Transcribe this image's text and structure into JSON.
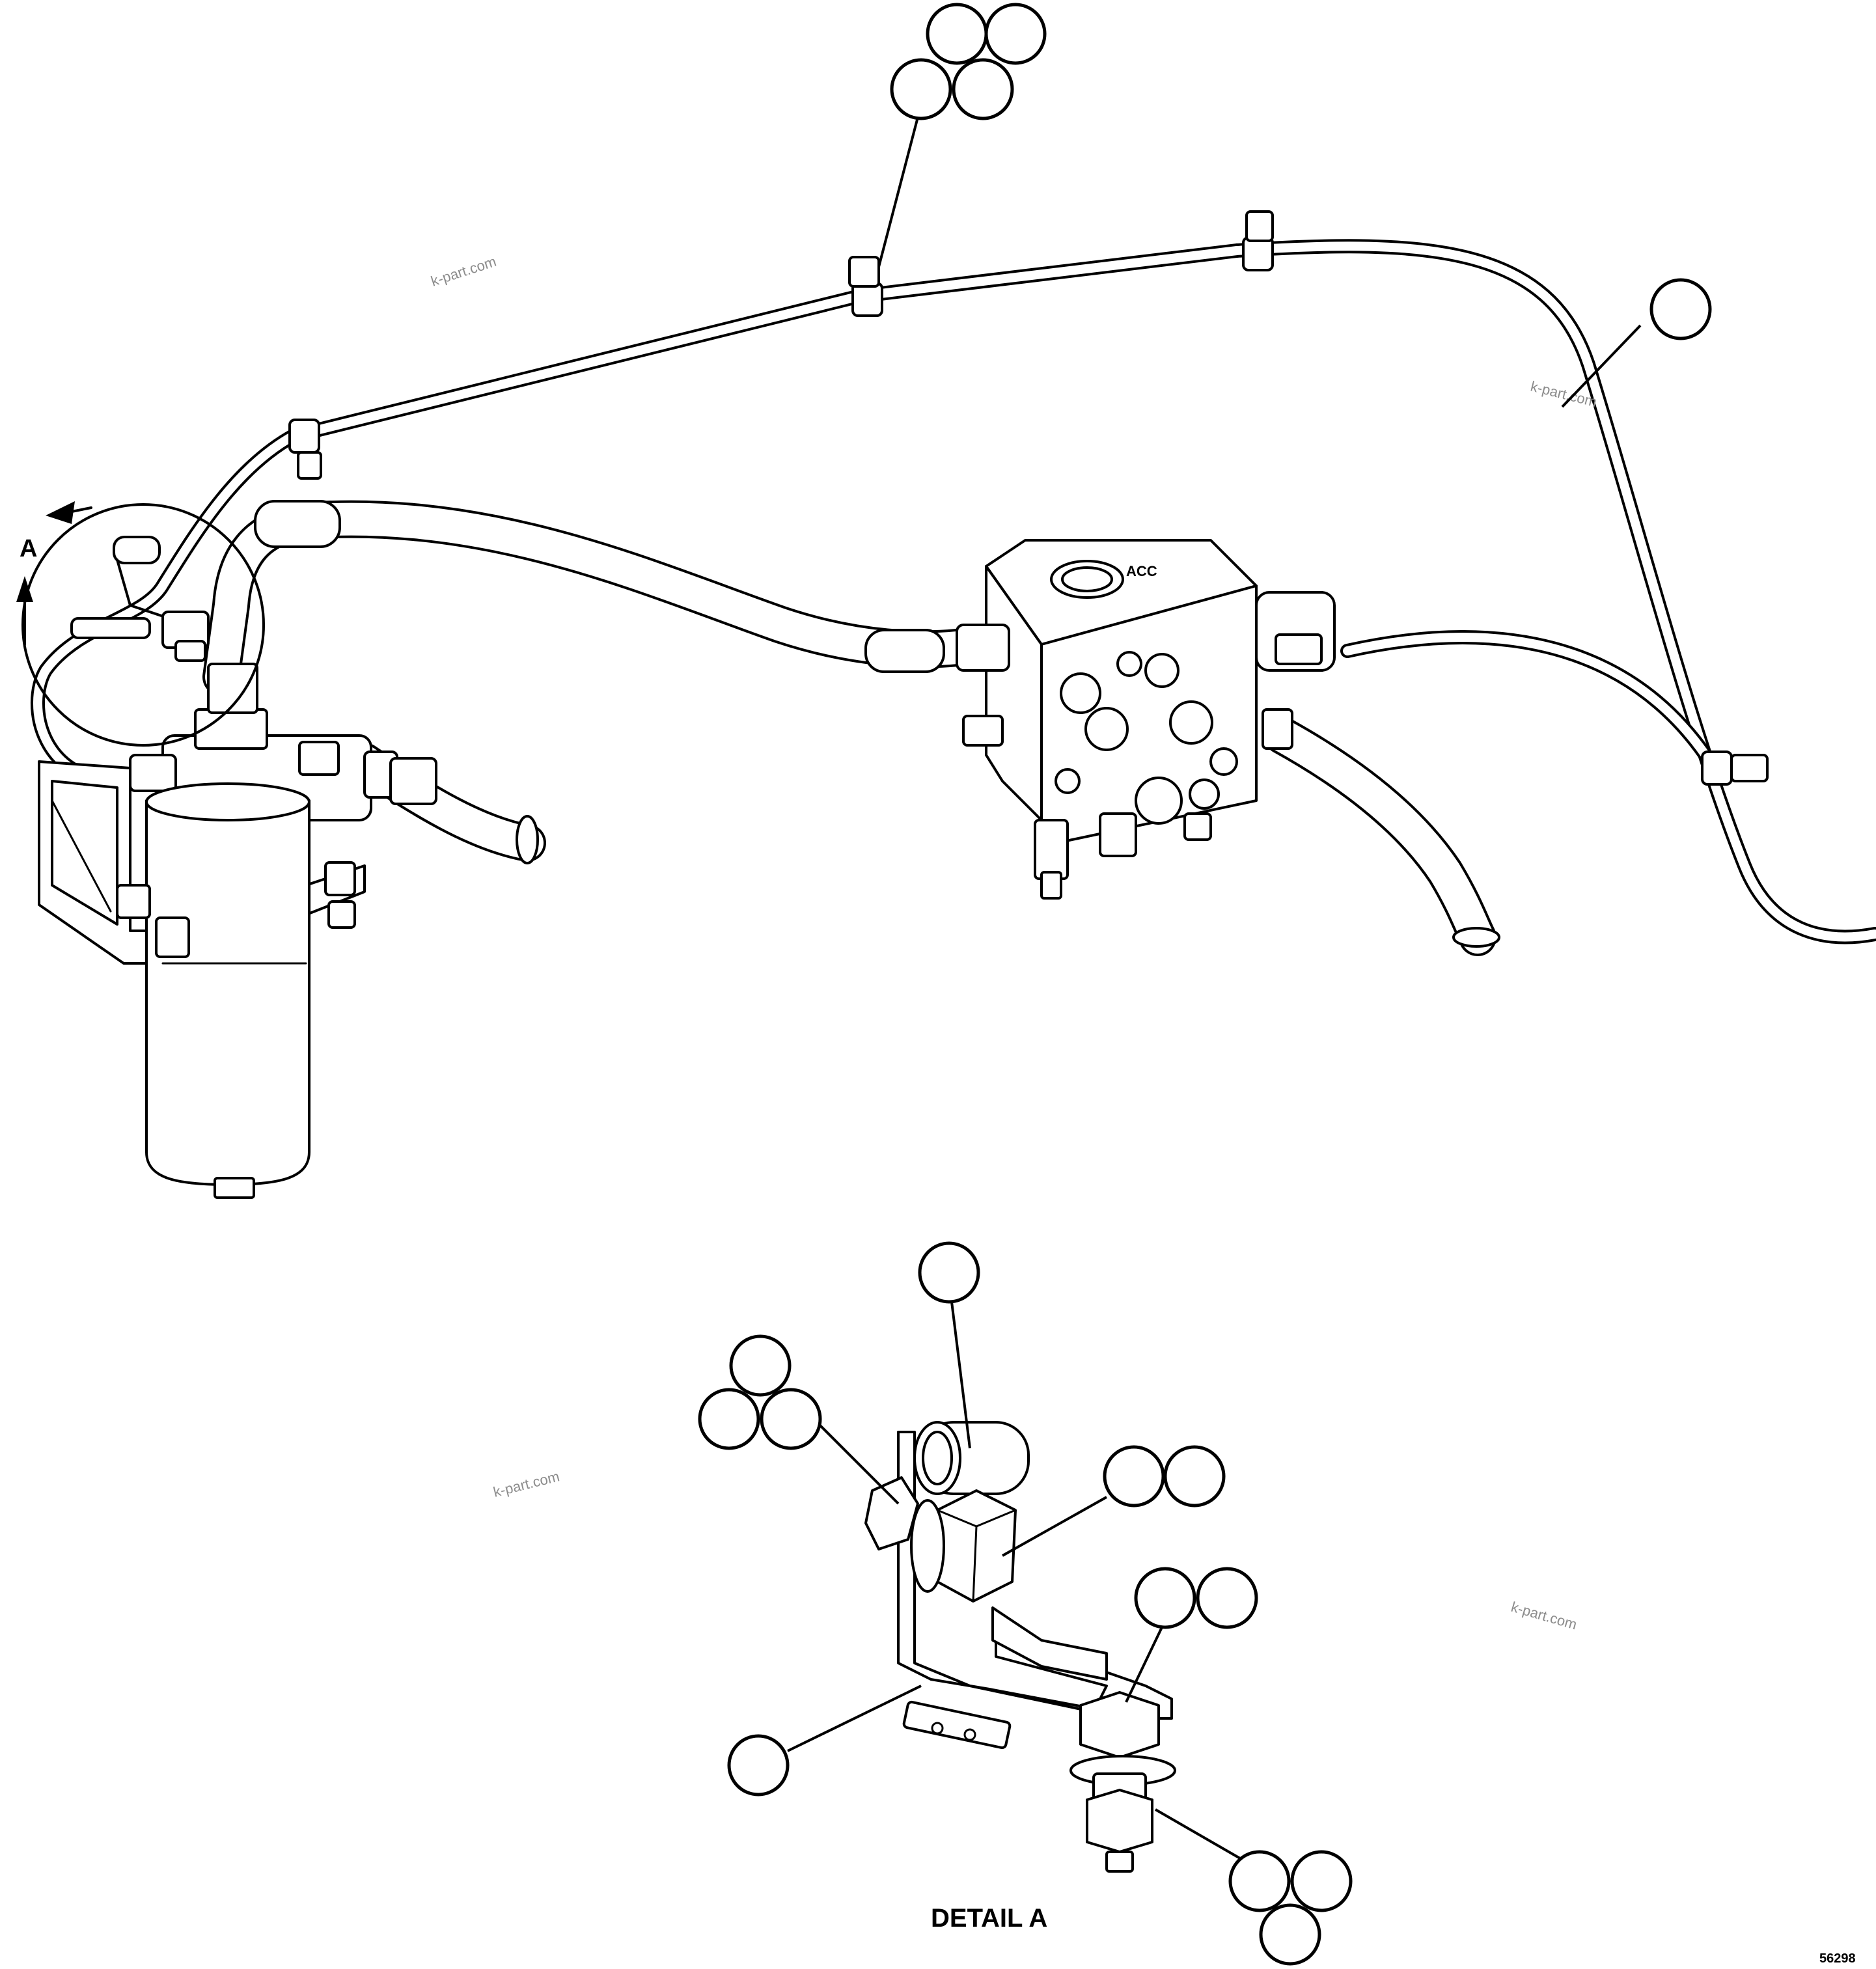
{
  "labels": {
    "view_marker": "A",
    "detail_caption": "DETAIL A",
    "drawing_number": "56298",
    "block_marking": "ACC"
  },
  "watermarks": [
    "k-part.com",
    "k-part.com",
    "k-part.com",
    "k-part.com"
  ],
  "callout_groups": [
    {
      "id": "clamp-top",
      "count": 4
    },
    {
      "id": "tube-right",
      "count": 1
    },
    {
      "id": "detail-clip",
      "count": 1
    },
    {
      "id": "detail-screw-left",
      "count": 3
    },
    {
      "id": "detail-bolt",
      "count": 2
    },
    {
      "id": "detail-top-nut",
      "count": 2
    },
    {
      "id": "detail-bracket",
      "count": 1
    },
    {
      "id": "detail-bottom-nut",
      "count": 3
    }
  ]
}
